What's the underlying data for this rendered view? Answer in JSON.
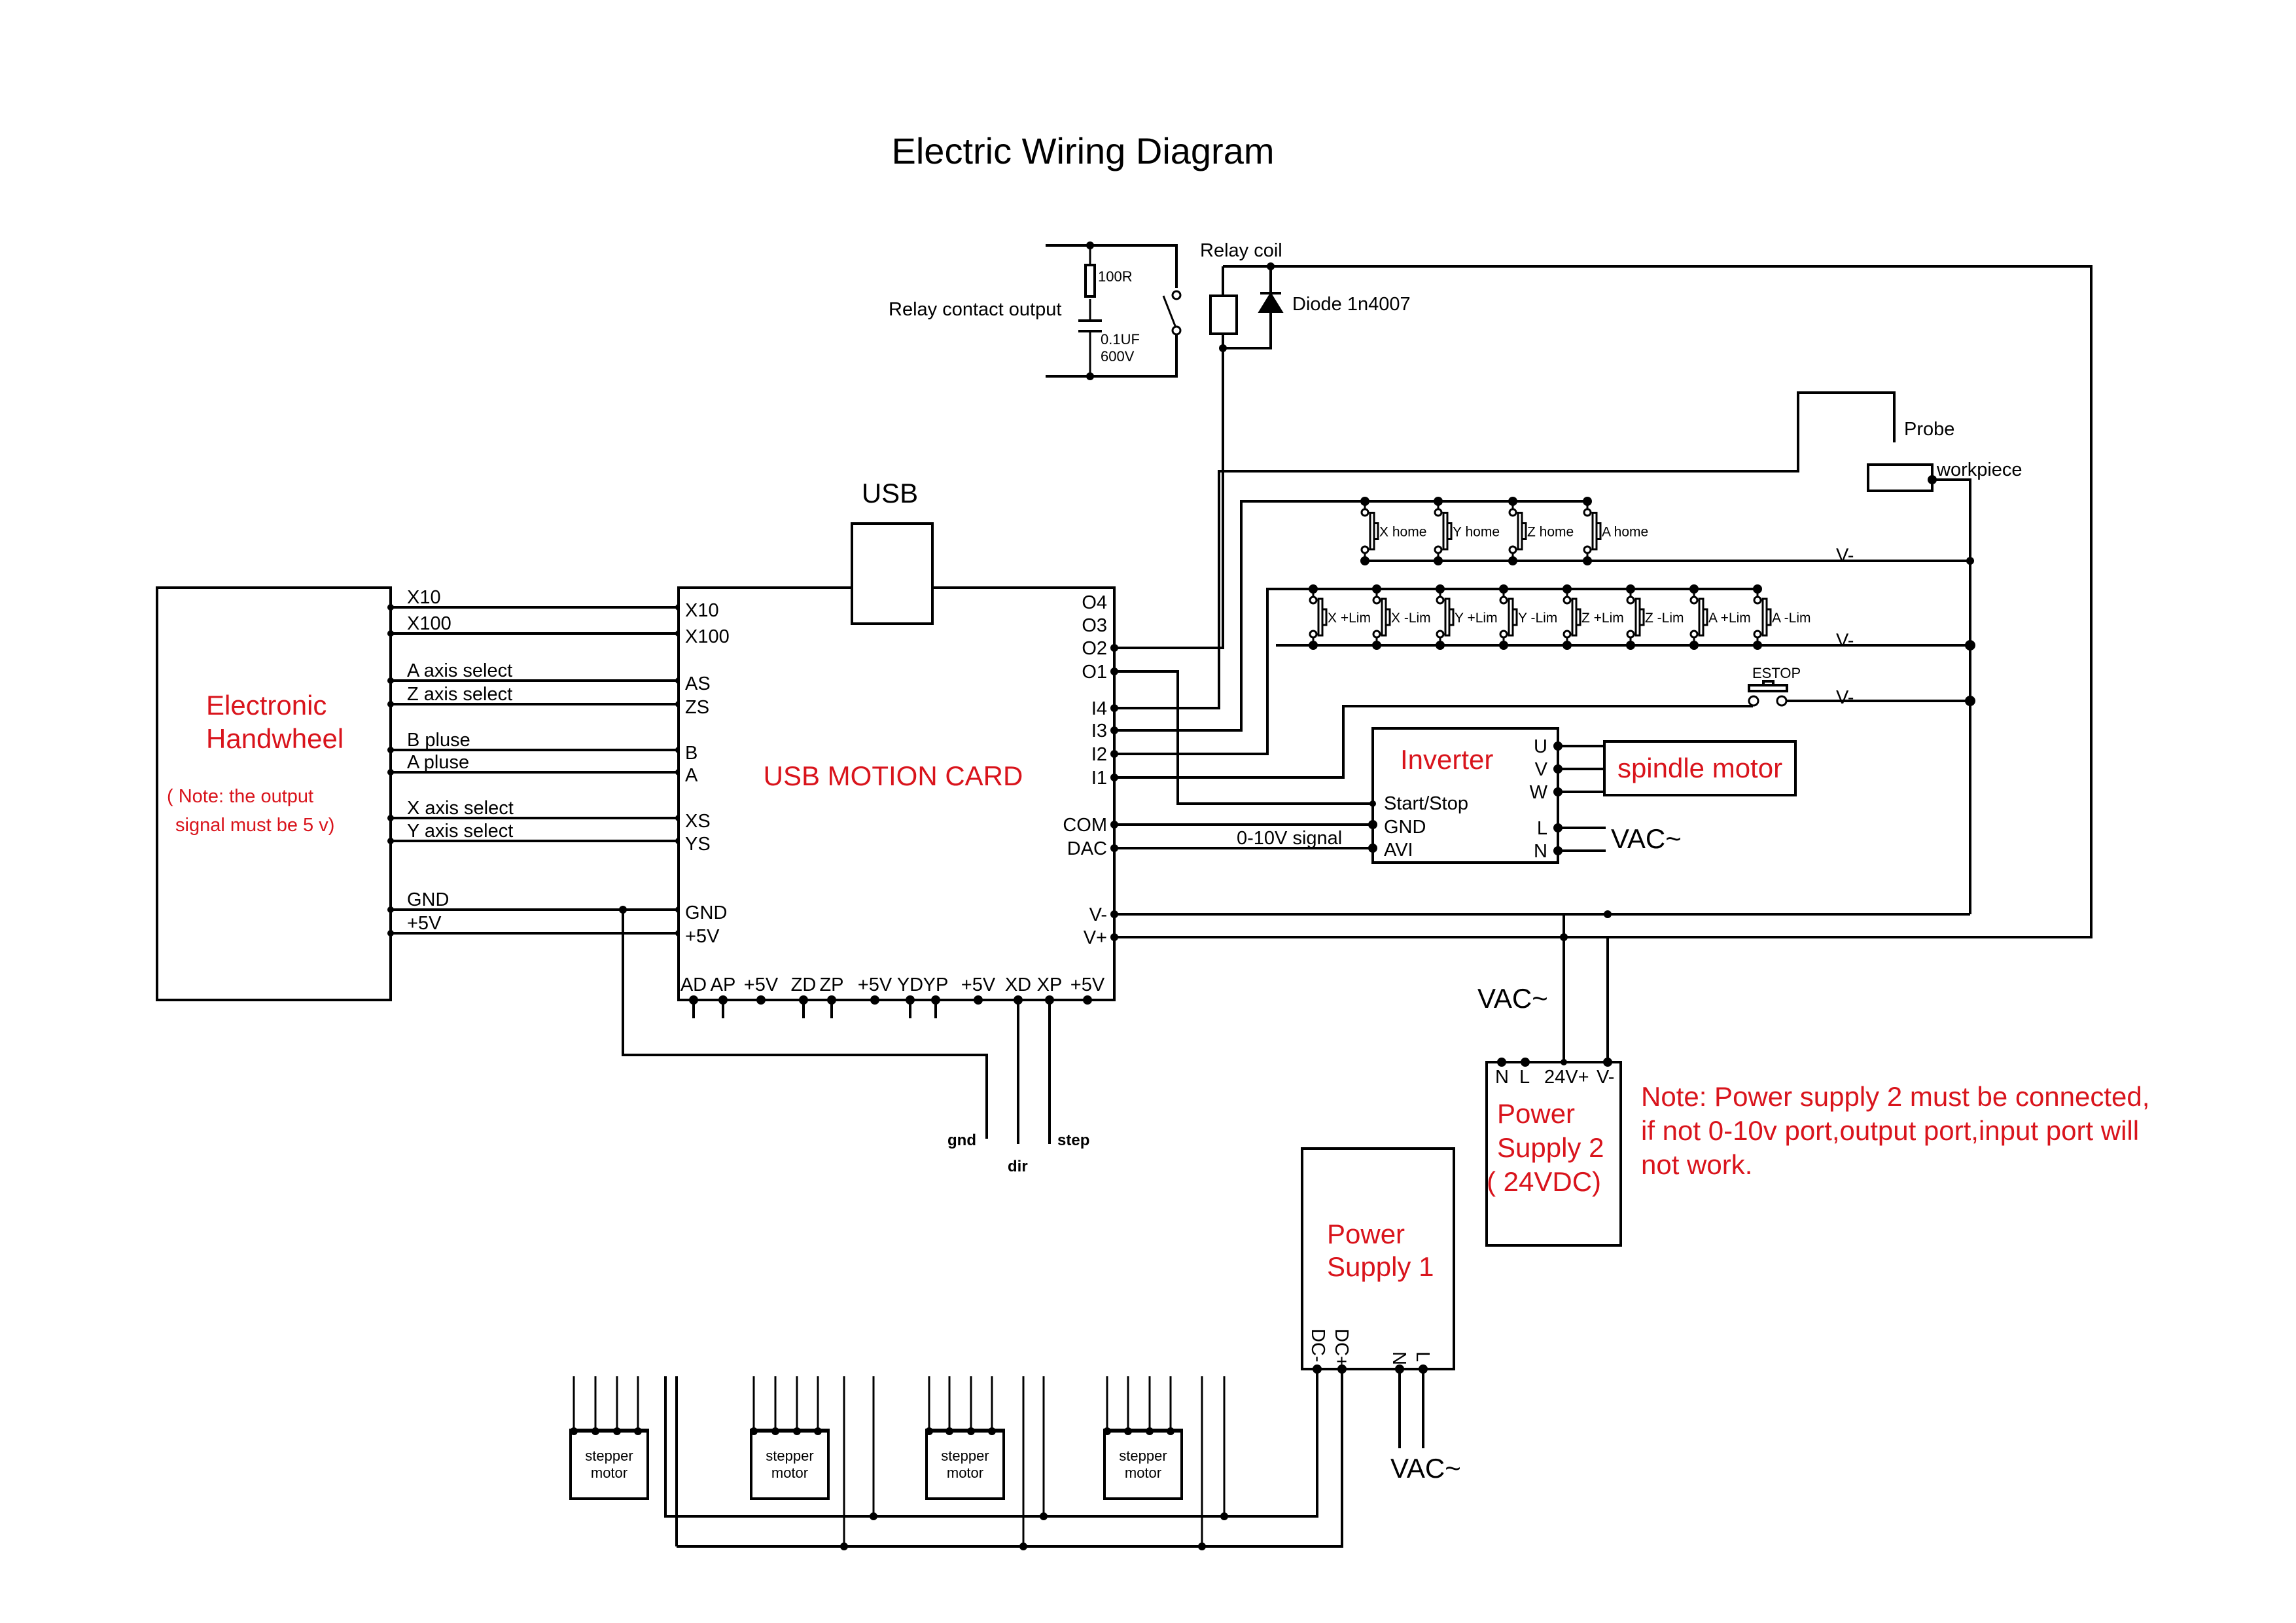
{
  "title": "Electric Wiring Diagram",
  "colors": {
    "accent_red": "#d9141c",
    "line": "#000000",
    "background": "#ffffff"
  },
  "relay": {
    "contact_label": "Relay contact output",
    "resistor": "100R",
    "capacitor": "0.1UF",
    "capacitor_voltage": "600V",
    "coil_label": "Relay coil",
    "diode_label": "Diode 1n4007"
  },
  "usb_label": "USB",
  "handwheel": {
    "title_line1": "Electronic",
    "title_line2": "Handwheel",
    "note_line1": "(  Note: the output",
    "note_line2": "signal must be 5 v)",
    "wires": [
      "X10",
      "X100",
      "A axis select",
      "Z axis select",
      "B pluse",
      "A pluse",
      "X axis select",
      "Y axis select",
      "GND",
      "+5V"
    ]
  },
  "motion_card": {
    "title": "USB MOTION CARD",
    "left_pins": [
      "X10",
      "X100",
      "AS",
      "ZS",
      "B",
      "A",
      "XS",
      "YS",
      "GND",
      "+5V"
    ],
    "right_pins": [
      "O4",
      "O3",
      "O2",
      "O1",
      "I4",
      "I3",
      "I2",
      "I1",
      "COM",
      "DAC",
      "V-",
      "V+"
    ],
    "bottom_pins": [
      "AD",
      "AP",
      "+5V",
      "ZD",
      "ZP",
      "+5V",
      "YD",
      "YP",
      "+5V",
      "XD",
      "XP",
      "+5V"
    ]
  },
  "driver_signals": {
    "gnd": "gnd",
    "dir": "dir",
    "step": "step"
  },
  "probe": {
    "probe_label": "Probe",
    "workpiece_label": "workpiece"
  },
  "home_switches": [
    "X home",
    "Y home",
    "Z home",
    "A home"
  ],
  "limit_switches": [
    "X +Lim",
    "X -Lim",
    "Y +Lim",
    "Y -Lim",
    "Z +Lim",
    "Z -Lim",
    "A +Lim",
    "A -Lim"
  ],
  "vminus_label": "V-",
  "estop_label": "ESTOP",
  "inverter": {
    "title": "Inverter",
    "left_pins": [
      "Start/Stop",
      "GND",
      "AVI"
    ],
    "right_pins": [
      "U",
      "V",
      "W",
      "L",
      "N"
    ],
    "signal_label": "0-10V signal",
    "vac_label": "VAC~"
  },
  "spindle_motor": "spindle motor",
  "power_supply_2": {
    "title_line1": "Power",
    "title_line2": "Supply 2",
    "title_line3": "(  24VDC)",
    "pins": [
      "N",
      "L",
      "24V+",
      "V-"
    ],
    "vac_label": "VAC~"
  },
  "note": {
    "line1": "Note: Power supply 2 must be connected,",
    "line2": "if not 0-10v port,output port,input port will",
    "line3": "not work."
  },
  "power_supply_1": {
    "title_line1": "Power",
    "title_line2": "Supply 1",
    "pins": [
      "DC-",
      "DC+",
      "N",
      "L"
    ],
    "vac_label": "VAC~"
  },
  "stepper_motors": [
    {
      "line1": "stepper",
      "line2": "motor"
    },
    {
      "line1": "stepper",
      "line2": "motor"
    },
    {
      "line1": "stepper",
      "line2": "motor"
    },
    {
      "line1": "stepper",
      "line2": "motor"
    }
  ]
}
